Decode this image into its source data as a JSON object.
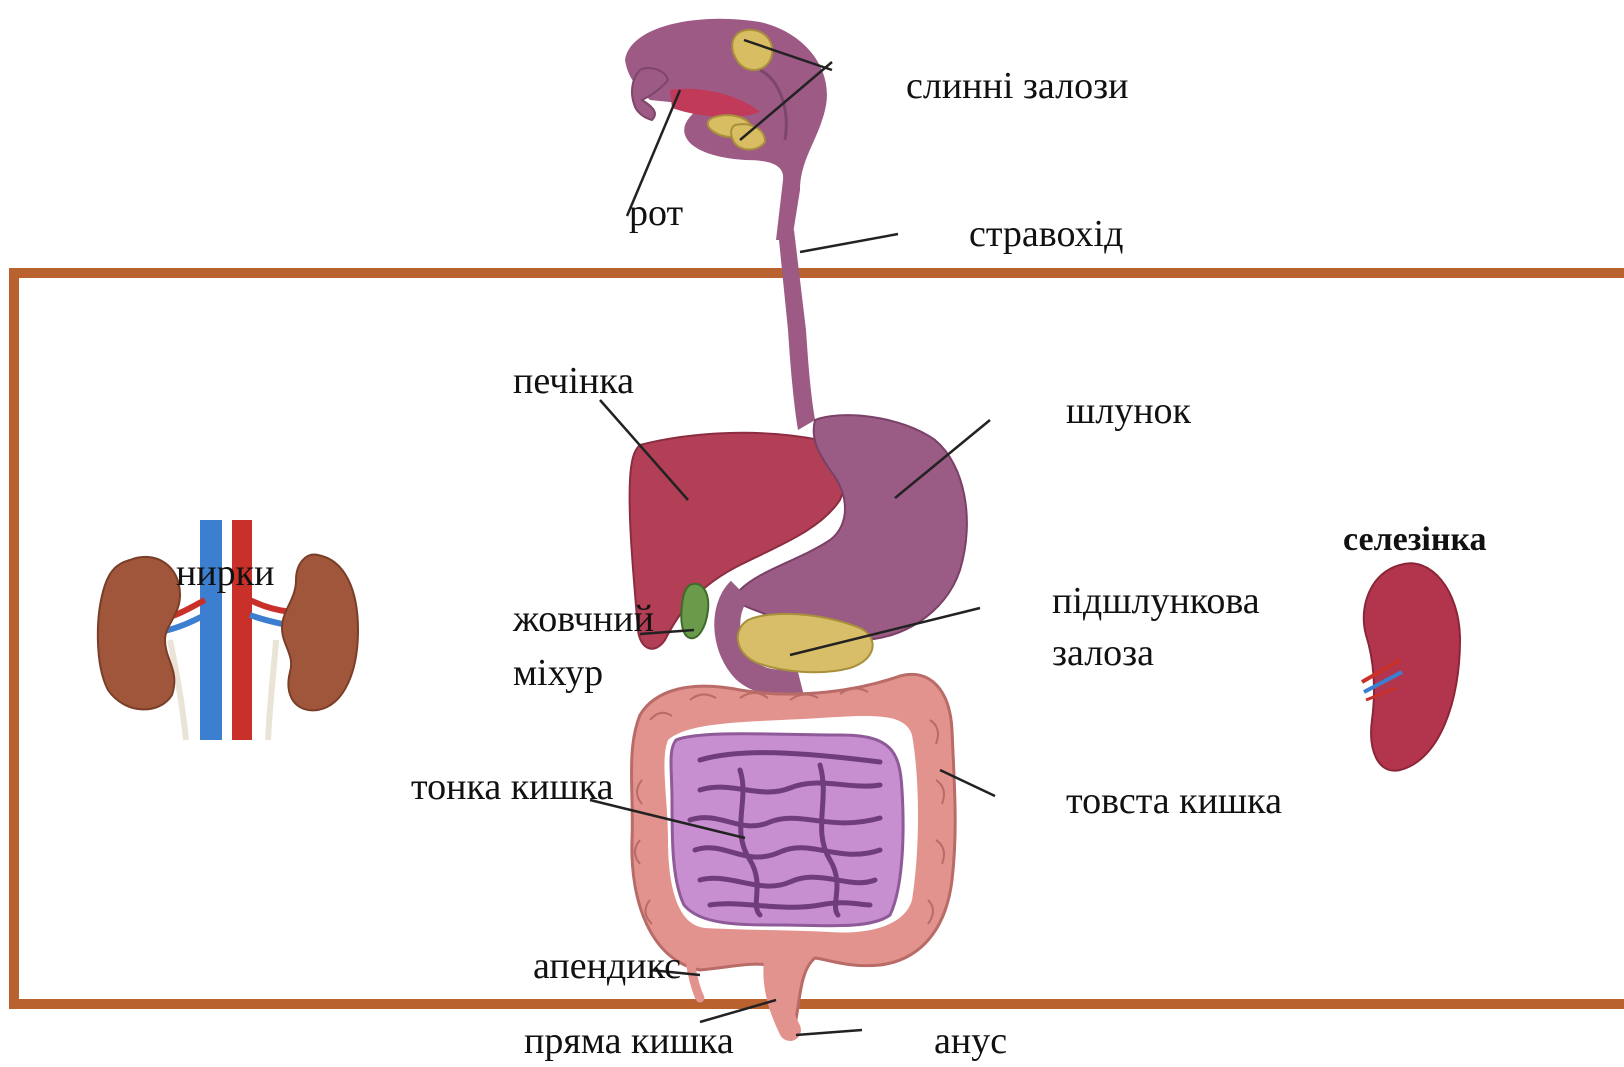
{
  "colors": {
    "frame": "#b9612f",
    "esophagus": "#9c5a84",
    "stomach": "#9a5c85",
    "liver": "#b23f55",
    "gallbladder": "#6b9a4a",
    "pancreas": "#d9be6a",
    "large_intestine": "#e3938d",
    "small_intestine": "#c88fd0",
    "salivary_glands": "#d8bd62",
    "spleen": "#b3354d",
    "kidney": "#a0563a",
    "vein": "#3c7fd1",
    "artery": "#c9302a",
    "leader_line": "#222222"
  },
  "labels": {
    "salivary_glands": "слинні залози",
    "mouth": "рот",
    "esophagus": "стравохід",
    "liver": "печінка",
    "stomach": "шлунок",
    "kidneys": "нирки",
    "spleen": "селезінка",
    "gallbladder_line1": "жовчний",
    "gallbladder_line2": "міхур",
    "pancreas_line1": "підшлункова",
    "pancreas_line2": "залоза",
    "small_intestine": "тонка кишка",
    "large_intestine": "товста кишка",
    "appendix": "апендикс",
    "rectum": "пряма кишка",
    "anus": "анус"
  }
}
